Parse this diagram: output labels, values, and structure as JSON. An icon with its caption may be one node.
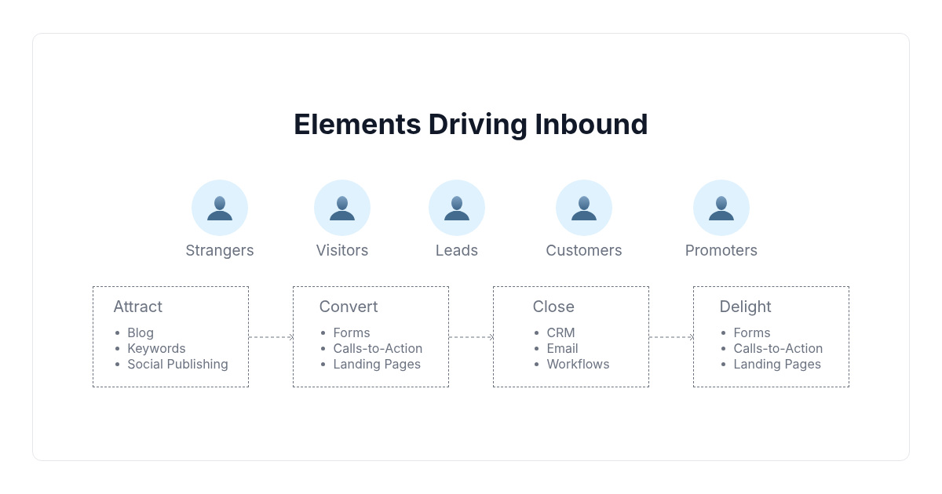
{
  "diagram": {
    "title": "Elements Driving Inbound",
    "nodes": [
      {
        "text": [
          "Strangers"
        ]
      },
      {
        "text": [
          "Visitors"
        ]
      },
      {
        "text": [
          "Leads"
        ]
      },
      {
        "text": [
          "Customers"
        ]
      },
      {
        "text": [
          "Promoters"
        ]
      },
      {
        "text": [
          "Attract",
          "Blog",
          "Keywords",
          "Social Publishing"
        ]
      },
      {
        "text": [
          "Convert",
          "Forms",
          "Calls-to-Action",
          "Landing Pages"
        ]
      },
      {
        "text": [
          "Close",
          "CRM",
          "Email",
          "Workflows"
        ]
      },
      {
        "text": [
          "Delight",
          "Forms",
          "Calls-to-Action",
          "Landing Pages"
        ]
      }
    ],
    "edges": [
      {
        "from": 5,
        "to": 6,
        "arrow": "to",
        "style": "dashed"
      },
      {
        "from": 6,
        "to": 7,
        "arrow": "to",
        "style": "dashed"
      },
      {
        "from": 7,
        "to": 8,
        "arrow": "to",
        "style": "dashed"
      }
    ]
  }
}
